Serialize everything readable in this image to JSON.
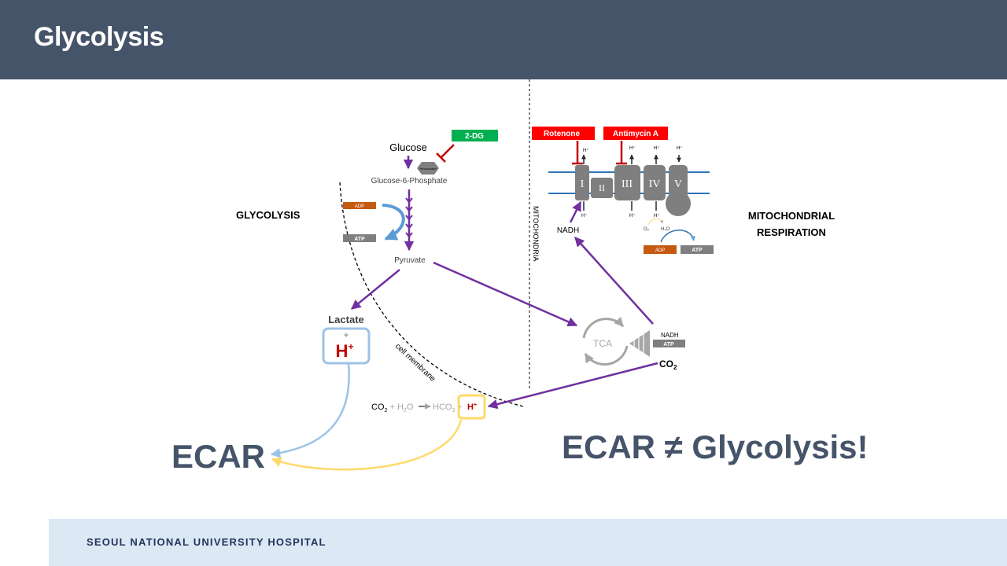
{
  "title": "Glycolysis",
  "footer": "SEOUL NATIONAL UNIVERSITY HOSPITAL",
  "diagram": {
    "glucose": "Glucose",
    "hexokinase": "Hexokinase",
    "inhibitor_2dg": "2-DG",
    "g6p": "Glucose-6-Phosphate",
    "glycolysis": "GLYCOLYSIS",
    "adp": "ADP",
    "atp": "ATP",
    "pyruvate": "Pyruvate",
    "lactate": "Lactate",
    "plus": "+",
    "h": "H",
    "h_sup": "+",
    "cell_membrane": "cell membrane",
    "mitochondria": "MITOCHONDRIA",
    "rotenone": "Rotenone",
    "antimycin": "Antimycin A",
    "complex_1": "I",
    "complex_2": "II",
    "complex_3": "III",
    "complex_4": "IV",
    "complex_5": "V",
    "proton": "H⁺",
    "o2": "O₂",
    "h2o": "H₂O",
    "nadh": "NADH",
    "mito_resp_1": "MITOCHONDRIAL",
    "mito_resp_2": "RESPIRATION",
    "tca": "TCA",
    "co2": "CO",
    "co2_sub": "2",
    "eq_co2": "CO",
    "eq_sub2": "2",
    "eq_plus1": " + ",
    "eq_h2o_h": "H",
    "eq_h2o_o": "O",
    "eq_hco": "HCO",
    "eq_sub3": "3",
    "eq_plus2": " + ",
    "eq_h": "H",
    "eq_hsup": "+",
    "ecar": "ECAR",
    "ecar_claim": "ECAR ≠ Glycolysis!"
  },
  "colors": {
    "header": "#46546a",
    "purple_arrow": "#7030a0",
    "inhibitor_red": "#ff0000",
    "green_2dg": "#00b050",
    "membrane_blue": "#2e75b6",
    "lactate_box": "#9dc3e6",
    "proton_box": "#ffd966",
    "adp_orange": "#c55a11",
    "grey": "#7f7f7f"
  }
}
